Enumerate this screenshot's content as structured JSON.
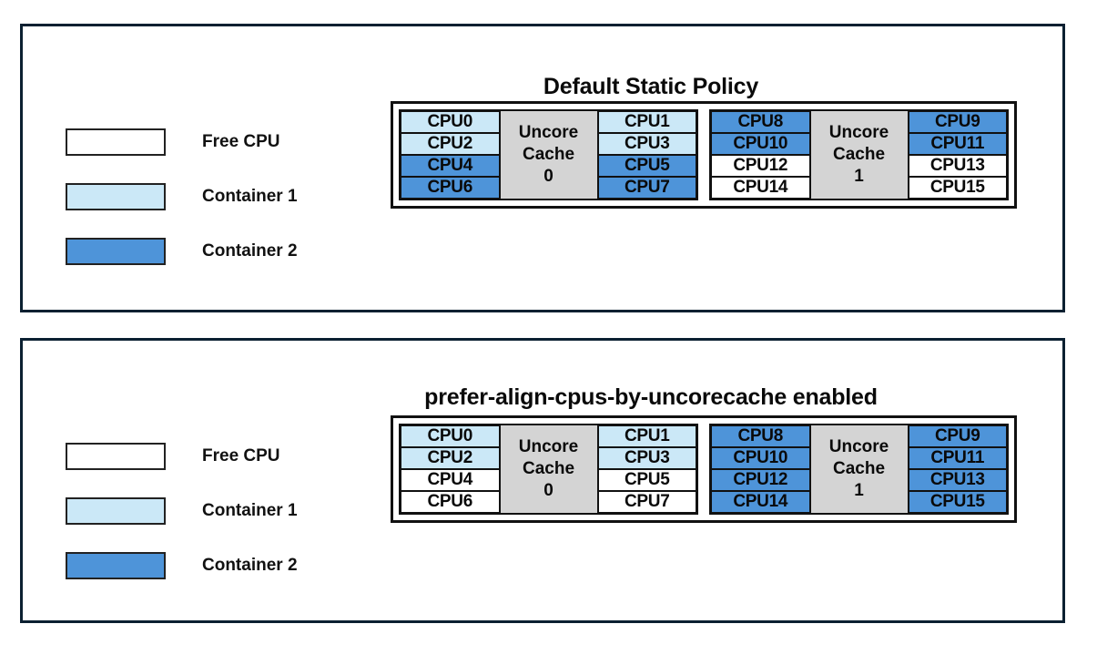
{
  "legend": {
    "items": [
      {
        "label": "Free CPU",
        "state": "free",
        "color": "#ffffff"
      },
      {
        "label": "Container 1",
        "state": "container1",
        "color": "#cbe8f7"
      },
      {
        "label": "Container 2",
        "state": "container2",
        "color": "#4e94d9"
      }
    ]
  },
  "panels": [
    {
      "id": "default-static-policy",
      "title": "Default Static Policy",
      "caches": [
        {
          "cache_label_line1": "Uncore",
          "cache_label_line2": "Cache",
          "cache_index": "0",
          "left_column": [
            {
              "label": "CPU0",
              "state": "container1"
            },
            {
              "label": "CPU2",
              "state": "container1"
            },
            {
              "label": "CPU4",
              "state": "container2"
            },
            {
              "label": "CPU6",
              "state": "container2"
            }
          ],
          "right_column": [
            {
              "label": "CPU1",
              "state": "container1"
            },
            {
              "label": "CPU3",
              "state": "container1"
            },
            {
              "label": "CPU5",
              "state": "container2"
            },
            {
              "label": "CPU7",
              "state": "container2"
            }
          ]
        },
        {
          "cache_label_line1": "Uncore",
          "cache_label_line2": "Cache",
          "cache_index": "1",
          "left_column": [
            {
              "label": "CPU8",
              "state": "container2"
            },
            {
              "label": "CPU10",
              "state": "container2"
            },
            {
              "label": "CPU12",
              "state": "free"
            },
            {
              "label": "CPU14",
              "state": "free"
            }
          ],
          "right_column": [
            {
              "label": "CPU9",
              "state": "container2"
            },
            {
              "label": "CPU11",
              "state": "container2"
            },
            {
              "label": "CPU13",
              "state": "free"
            },
            {
              "label": "CPU15",
              "state": "free"
            }
          ]
        }
      ]
    },
    {
      "id": "prefer-align-enabled",
      "title": "prefer-align-cpus-by-uncorecache enabled",
      "caches": [
        {
          "cache_label_line1": "Uncore",
          "cache_label_line2": "Cache",
          "cache_index": "0",
          "left_column": [
            {
              "label": "CPU0",
              "state": "container1"
            },
            {
              "label": "CPU2",
              "state": "container1"
            },
            {
              "label": "CPU4",
              "state": "free"
            },
            {
              "label": "CPU6",
              "state": "free"
            }
          ],
          "right_column": [
            {
              "label": "CPU1",
              "state": "container1"
            },
            {
              "label": "CPU3",
              "state": "container1"
            },
            {
              "label": "CPU5",
              "state": "free"
            },
            {
              "label": "CPU7",
              "state": "free"
            }
          ]
        },
        {
          "cache_label_line1": "Uncore",
          "cache_label_line2": "Cache",
          "cache_index": "1",
          "left_column": [
            {
              "label": "CPU8",
              "state": "container2"
            },
            {
              "label": "CPU10",
              "state": "container2"
            },
            {
              "label": "CPU12",
              "state": "container2"
            },
            {
              "label": "CPU14",
              "state": "container2"
            }
          ],
          "right_column": [
            {
              "label": "CPU9",
              "state": "container2"
            },
            {
              "label": "CPU11",
              "state": "container2"
            },
            {
              "label": "CPU13",
              "state": "container2"
            },
            {
              "label": "CPU15",
              "state": "container2"
            }
          ]
        }
      ]
    }
  ],
  "colors": {
    "panel_border": "#0b2031",
    "diagram_border": "#111111",
    "cache_fill": "#d4d4d4",
    "free": "#ffffff",
    "container1": "#cbe8f7",
    "container2": "#4e94d9"
  }
}
